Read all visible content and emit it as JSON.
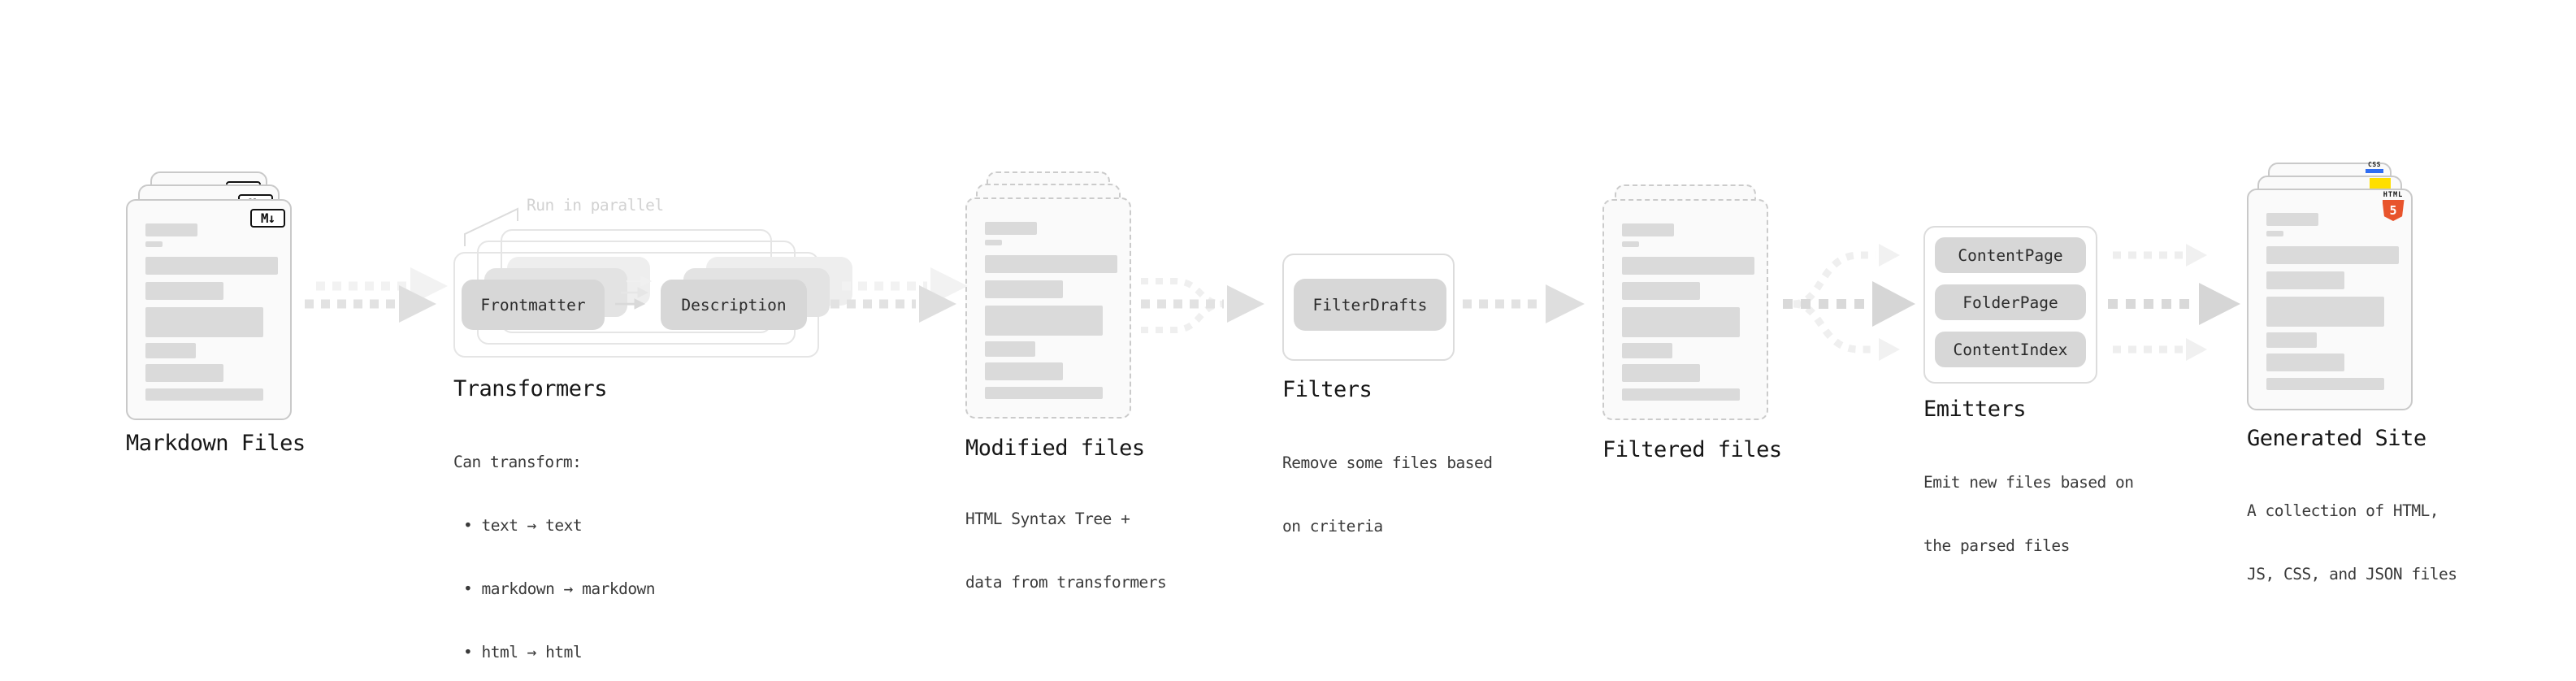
{
  "markdown_files": {
    "label": "Markdown Files",
    "badge": "M↓"
  },
  "transformers": {
    "label": "Transformers",
    "annotation": "Run in parallel",
    "pill_frontmatter": "Frontmatter",
    "pill_description": "Description",
    "desc_title": "Can transform:",
    "bullet_1": "• text → text",
    "bullet_2": "• markdown → markdown",
    "bullet_3": "• html → html"
  },
  "modified_files": {
    "label": "Modified files",
    "desc_1": "HTML Syntax Tree +",
    "desc_2": "data from transformers"
  },
  "filters": {
    "label": "Filters",
    "pill": "FilterDrafts",
    "desc_1": "Remove some files based",
    "desc_2": "on criteria"
  },
  "filtered_files": {
    "label": "Filtered files"
  },
  "emitters": {
    "label": "Emitters",
    "pill_1": "ContentPage",
    "pill_2": "FolderPage",
    "pill_3": "ContentIndex",
    "desc_1": "Emit new files based on",
    "desc_2": "the parsed files"
  },
  "generated_site": {
    "label": "Generated Site",
    "desc_1": "A collection of HTML,",
    "desc_2": "JS, CSS, and JSON files",
    "badge_css": "CSS",
    "badge_html5_text": "HTML",
    "badge_html5_number": "5"
  },
  "colors": {
    "html5_orange": "#e8542c",
    "css_blue": "#2f6df2",
    "js_yellow": "#ffdf00",
    "arrow_gray": "#e2e2e2",
    "pill_gray": "#d7d7d7"
  }
}
